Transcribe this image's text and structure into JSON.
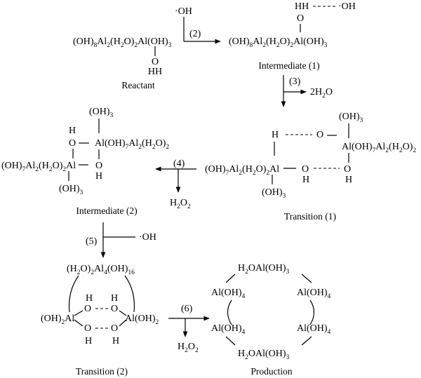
{
  "radical": "·OH",
  "reactant": {
    "formula": [
      [
        "(OH)",
        ""
      ],
      [
        "8",
        "s"
      ],
      [
        "Al",
        ""
      ],
      [
        "2",
        "s"
      ],
      [
        "(H",
        ""
      ],
      [
        "2",
        "s"
      ],
      [
        "O)",
        ""
      ],
      [
        "2",
        "s"
      ],
      [
        "Al(OH)",
        ""
      ],
      [
        "3",
        "s"
      ]
    ],
    "o": "O",
    "hh": "HH",
    "label": "Reactant"
  },
  "intermediate1": {
    "hh": "HH",
    "oh": "·OH",
    "o": "O",
    "formula": [
      [
        "(OH)",
        ""
      ],
      [
        "8",
        "s"
      ],
      [
        "Al",
        ""
      ],
      [
        "2",
        "s"
      ],
      [
        "(H",
        ""
      ],
      [
        "2",
        "s"
      ],
      [
        "O)",
        ""
      ],
      [
        "2",
        "s"
      ],
      [
        "Al(OH)",
        ""
      ],
      [
        "3",
        "s"
      ]
    ],
    "label": "Intermediate (1)"
  },
  "transition1": {
    "top_group": [
      [
        "(OH)",
        ""
      ],
      [
        "3",
        "s"
      ]
    ],
    "h": "H",
    "o": "O",
    "right_formula": [
      [
        "Al(OH)",
        ""
      ],
      [
        "7",
        "s"
      ],
      [
        "Al",
        ""
      ],
      [
        "2",
        "s"
      ],
      [
        "(H",
        ""
      ],
      [
        "2",
        "s"
      ],
      [
        "O)",
        ""
      ],
      [
        "2",
        "s"
      ]
    ],
    "left_formula": [
      [
        "(OH)",
        ""
      ],
      [
        "7",
        "s"
      ],
      [
        "Al",
        ""
      ],
      [
        "2",
        "s"
      ],
      [
        "(H",
        ""
      ],
      [
        "2",
        "s"
      ],
      [
        "O)",
        ""
      ],
      [
        "2",
        "s"
      ],
      [
        "Al",
        ""
      ]
    ],
    "bottom_group": [
      [
        "(OH)",
        ""
      ],
      [
        "3",
        "s"
      ]
    ],
    "label": "Transition (1)"
  },
  "intermediate2": {
    "top_group": [
      [
        "(OH)",
        ""
      ],
      [
        "3",
        "s"
      ]
    ],
    "h": "H",
    "o": "O",
    "right_formula": [
      [
        "Al(OH)",
        ""
      ],
      [
        "7",
        "s"
      ],
      [
        "Al",
        ""
      ],
      [
        "2",
        "s"
      ],
      [
        "(H",
        ""
      ],
      [
        "2",
        "s"
      ],
      [
        "O)",
        ""
      ],
      [
        "2",
        "s"
      ]
    ],
    "left_formula": [
      [
        "(OH)",
        ""
      ],
      [
        "7",
        "s"
      ],
      [
        "Al",
        ""
      ],
      [
        "2",
        "s"
      ],
      [
        "(H",
        ""
      ],
      [
        "2",
        "s"
      ],
      [
        "O)",
        ""
      ],
      [
        "2",
        "s"
      ],
      [
        "Al",
        ""
      ]
    ],
    "bottom_group": [
      [
        "(OH)",
        ""
      ],
      [
        "3",
        "s"
      ]
    ],
    "label": "Intermediate (2)"
  },
  "transition2": {
    "top_formula": [
      [
        "(H",
        ""
      ],
      [
        "2",
        "s"
      ],
      [
        "O)",
        ""
      ],
      [
        "2",
        "s"
      ],
      [
        "Al",
        ""
      ],
      [
        "4",
        "s"
      ],
      [
        "(OH)",
        ""
      ],
      [
        "16",
        "s"
      ]
    ],
    "h": "H",
    "o": "O",
    "left_formula": [
      [
        "(OH)",
        ""
      ],
      [
        "2",
        "s"
      ],
      [
        "Al",
        ""
      ]
    ],
    "right_formula": [
      [
        "Al(OH)",
        ""
      ],
      [
        "2",
        "s"
      ]
    ],
    "label": "Transition (2)"
  },
  "production": {
    "top": [
      [
        "H",
        ""
      ],
      [
        "2",
        "s"
      ],
      [
        "OAl(OH)",
        ""
      ],
      [
        "3",
        "s"
      ]
    ],
    "unit": [
      [
        "Al(OH)",
        ""
      ],
      [
        "4",
        "s"
      ]
    ],
    "bottom": [
      [
        "H",
        ""
      ],
      [
        "2",
        "s"
      ],
      [
        "OAl(OH)",
        ""
      ],
      [
        "3",
        "s"
      ]
    ],
    "label": "Production"
  },
  "steps": {
    "s2": "(2)",
    "s3": "(3)",
    "s4": "(4)",
    "s5": "(5)",
    "s6": "(6)"
  },
  "products": {
    "water": [
      [
        "2H",
        ""
      ],
      [
        "2",
        "s"
      ],
      [
        "O",
        ""
      ]
    ],
    "h2o2": [
      [
        "H",
        ""
      ],
      [
        "2",
        "s"
      ],
      [
        "O",
        ""
      ],
      [
        "2",
        "s"
      ]
    ]
  }
}
